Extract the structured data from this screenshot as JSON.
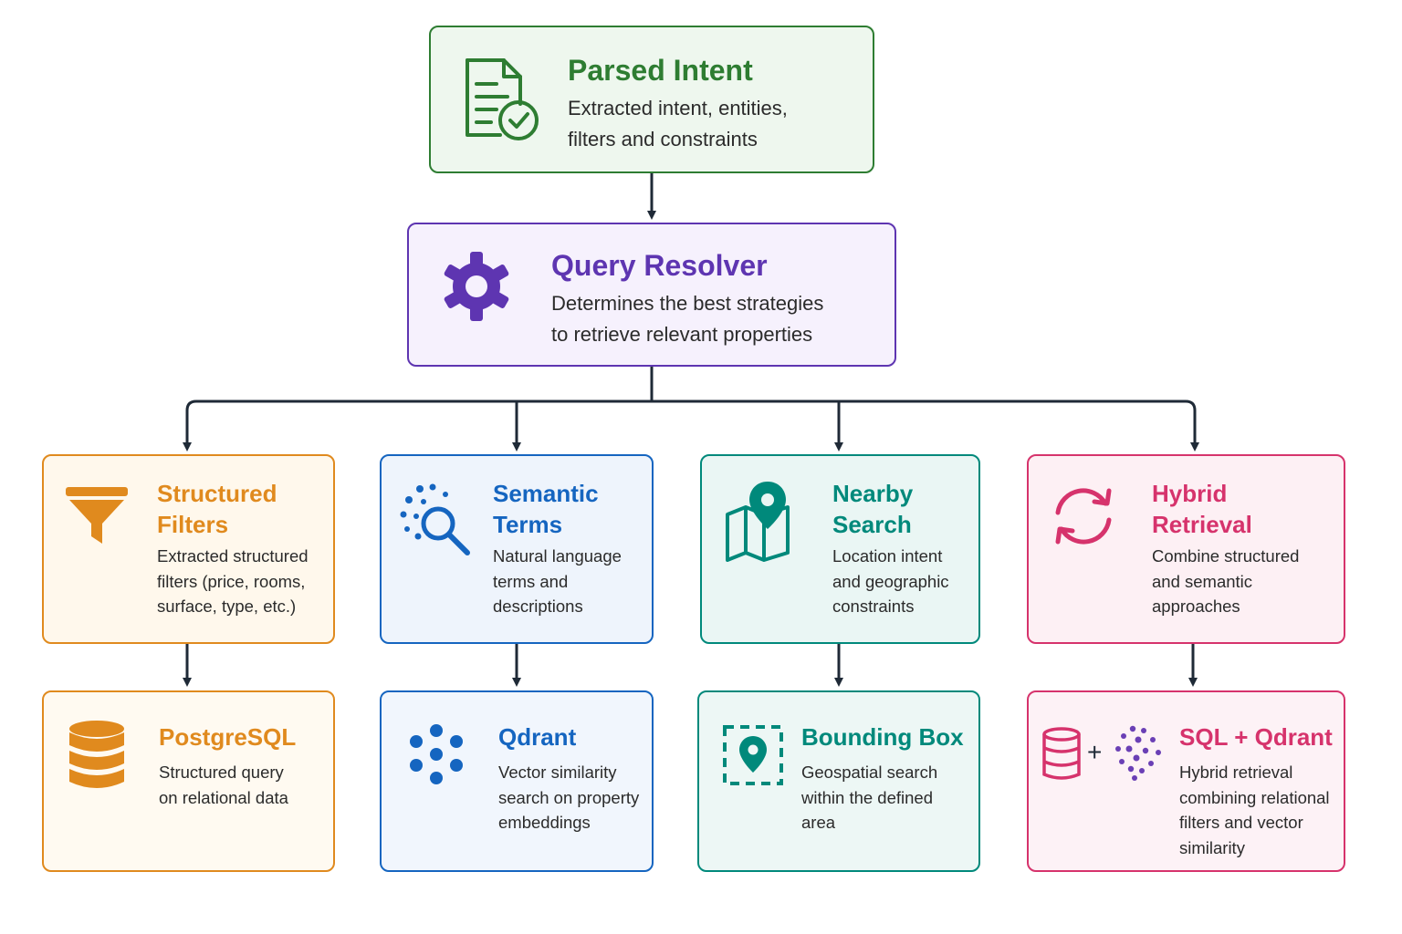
{
  "colors": {
    "green": "#2e7d32",
    "purple": "#5e35b1",
    "orange": "#e08a1e",
    "blue": "#1565c0",
    "teal": "#00897b",
    "pink": "#d6336c",
    "connector": "#1f2a37"
  },
  "parsed_intent": {
    "title": "Parsed Intent",
    "description": "Extracted intent, entities,\nfilters and constraints",
    "icon": "document-check-icon"
  },
  "query_resolver": {
    "title": "Query Resolver",
    "description": "Determines the best strategies\nto retrieve relevant properties",
    "icon": "gear-icon"
  },
  "strategies": [
    {
      "title": "Structured\nFilters",
      "description": "Extracted structured\nfilters (price, rooms,\nsurface, type, etc.)",
      "icon": "funnel-icon"
    },
    {
      "title": "Semantic\nTerms",
      "description": "Natural language\nterms and\ndescriptions",
      "icon": "semantic-search-icon"
    },
    {
      "title": "Nearby\nSearch",
      "description": "Location intent\nand geographic\nconstraints",
      "icon": "map-pin-icon"
    },
    {
      "title": "Hybrid\nRetrieval",
      "description": "Combine structured\nand semantic\napproaches",
      "icon": "sync-icon"
    }
  ],
  "backends": [
    {
      "title": "PostgreSQL",
      "description": "Structured query\non relational data",
      "icon": "database-icon"
    },
    {
      "title": "Qdrant",
      "description": "Vector similarity\nsearch on property\nembeddings",
      "icon": "vector-dots-icon"
    },
    {
      "title": "Bounding Box",
      "description": "Geospatial search\nwithin the defined\narea",
      "icon": "bounding-box-pin-icon"
    },
    {
      "title": "SQL + Qdrant",
      "description": "Hybrid retrieval\ncombining relational\nfilters and vector\nsimilarity",
      "icon": "database-plus-vector-icon",
      "plus_sign": "+"
    }
  ]
}
